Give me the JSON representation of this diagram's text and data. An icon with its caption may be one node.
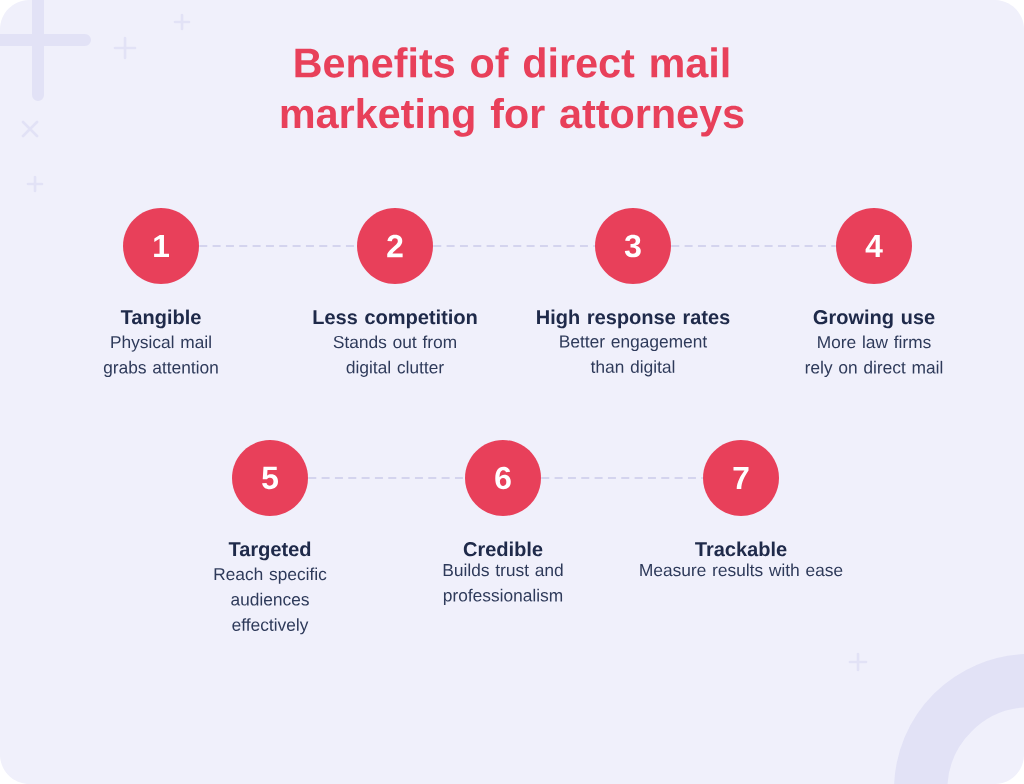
{
  "diagram": {
    "title": "Benefits of direct mail marketing for attorneys",
    "nodes": [
      {
        "text": [
          "1"
        ],
        "beside": [
          "Tangible",
          "Physical mail grabs attention"
        ]
      },
      {
        "text": [
          "2"
        ],
        "beside": [
          "Less competition",
          "Stands out from digital clutter"
        ]
      },
      {
        "text": [
          "3"
        ],
        "beside": [
          "High response rates",
          "Better engagement than digital"
        ]
      },
      {
        "text": [
          "4"
        ],
        "beside": [
          "Growing use",
          "More law firms rely on direct mail"
        ]
      },
      {
        "text": [
          "5"
        ],
        "beside": [
          "Targeted",
          "Reach specific audiences effectively"
        ]
      },
      {
        "text": [
          "6"
        ],
        "beside": [
          "Credible",
          "Builds trust and professionalism"
        ]
      },
      {
        "text": [
          "7"
        ],
        "beside": [
          "Trackable",
          "Measure results with ease"
        ]
      }
    ],
    "edges": [
      {
        "from": 0,
        "to": 1,
        "arrow": "none",
        "style": "dashed"
      },
      {
        "from": 1,
        "to": 2,
        "arrow": "none",
        "style": "dashed"
      },
      {
        "from": 2,
        "to": 3,
        "arrow": "none",
        "style": "dashed"
      },
      {
        "from": 4,
        "to": 5,
        "arrow": "none",
        "style": "dashed"
      },
      {
        "from": 5,
        "to": 6,
        "arrow": "none",
        "style": "dashed"
      }
    ]
  }
}
